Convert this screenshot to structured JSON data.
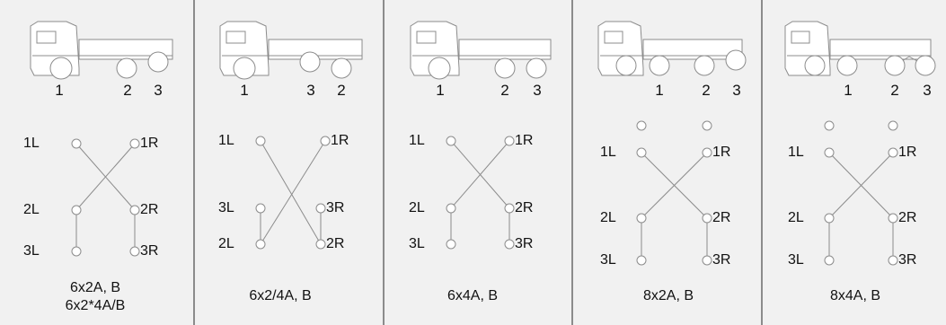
{
  "panels": [
    {
      "axle_labels": [
        "1",
        "2",
        "3"
      ],
      "position_labels": [
        "1L",
        "1R",
        "2L",
        "2R",
        "3L",
        "3R"
      ],
      "caption": [
        "6x2A, B",
        "6x2*4A/B"
      ]
    },
    {
      "axle_labels": [
        "1",
        "3",
        "2"
      ],
      "position_labels": [
        "1L",
        "1R",
        "3L",
        "3R",
        "2L",
        "2R"
      ],
      "caption": [
        "6x2/4A, B"
      ]
    },
    {
      "axle_labels": [
        "1",
        "2",
        "3"
      ],
      "position_labels": [
        "1L",
        "1R",
        "2L",
        "2R",
        "3L",
        "3R"
      ],
      "caption": [
        "6x4A, B"
      ]
    },
    {
      "axle_labels": [
        "1",
        "2",
        "3"
      ],
      "position_labels": [
        "1L",
        "1R",
        "2L",
        "2R",
        "3L",
        "3R"
      ],
      "caption": [
        "8x2A, B"
      ]
    },
    {
      "axle_labels": [
        "1",
        "2",
        "3"
      ],
      "position_labels": [
        "1L",
        "1R",
        "2L",
        "2R",
        "3L",
        "3R"
      ],
      "caption": [
        "8x4A, B"
      ]
    }
  ],
  "colors": {
    "background": "#f1f1f1",
    "line": "#8c8c8c",
    "divider": "#555555"
  }
}
